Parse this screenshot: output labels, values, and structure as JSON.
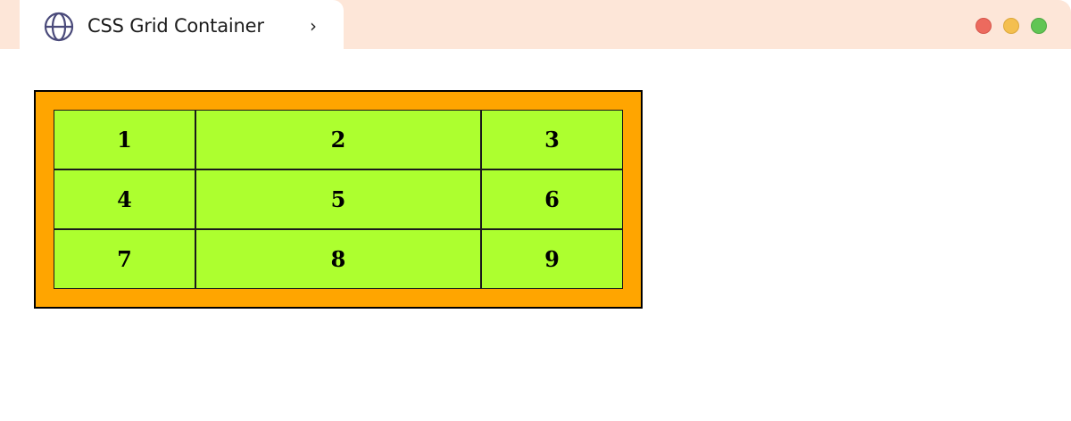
{
  "window": {
    "tab_title": "CSS Grid Container",
    "tab_icon": "globe-icon",
    "tab_chevron": "›",
    "controls": [
      "close",
      "minimize",
      "maximize"
    ],
    "colors": {
      "titlebar": "#fde6d8",
      "close": "#ec6a5e",
      "minimize": "#f4bf4f",
      "maximize": "#61c554"
    }
  },
  "grid": {
    "container_color": "#ffa500",
    "item_color": "#adff2f",
    "items": [
      "1",
      "2",
      "3",
      "4",
      "5",
      "6",
      "7",
      "8",
      "9"
    ]
  }
}
